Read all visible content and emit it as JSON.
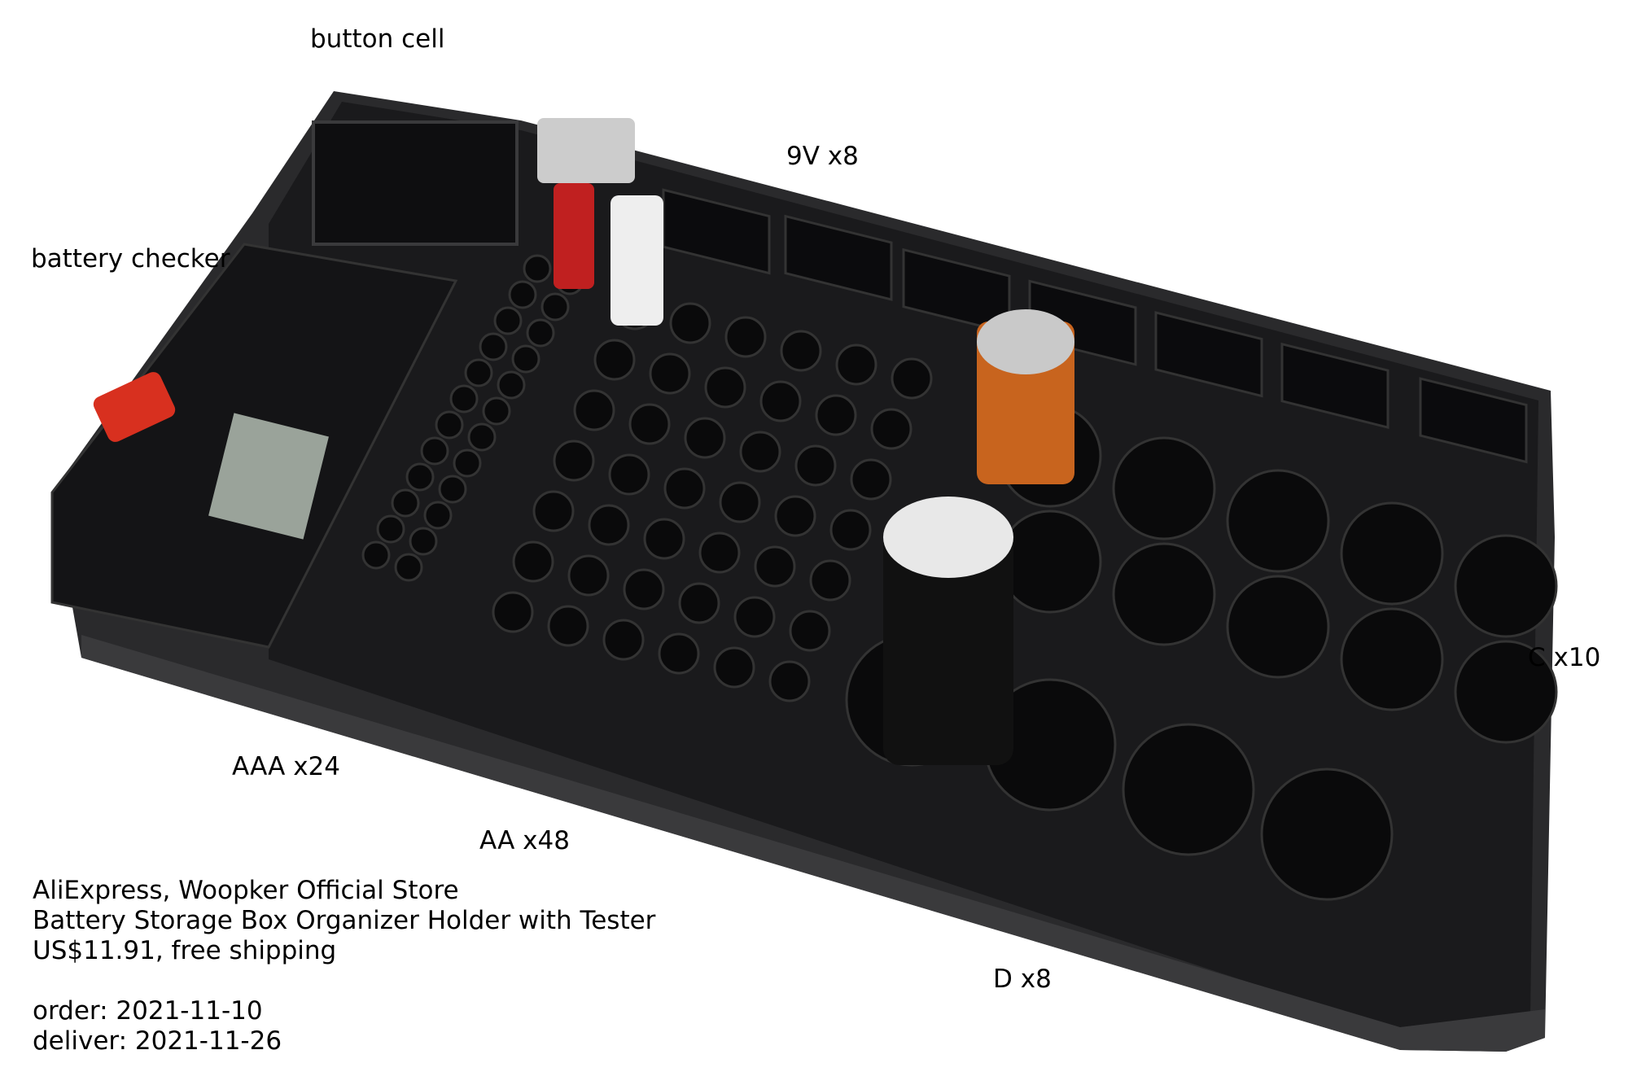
{
  "labels": {
    "button_cell": "button cell",
    "nine_volt": "9V x8",
    "battery_checker": "battery checker",
    "c_cells": "C x10",
    "aaa_cells": "AAA x24",
    "aa_cells": "AA x48",
    "d_cells": "D x8"
  },
  "info": {
    "store": "AliExpress, Woopker Official Store",
    "product": "Battery Storage Box Organizer Holder with Tester",
    "price": "US$11.91, free shipping",
    "order": "order: 2021-11-10",
    "deliver": "deliver: 2021-11-26"
  },
  "colors": {
    "tray": "#1c1c1e",
    "tray_edge": "#3a3a3c",
    "battery_orange": "#c8641e",
    "checker_red": "#d8301f"
  }
}
